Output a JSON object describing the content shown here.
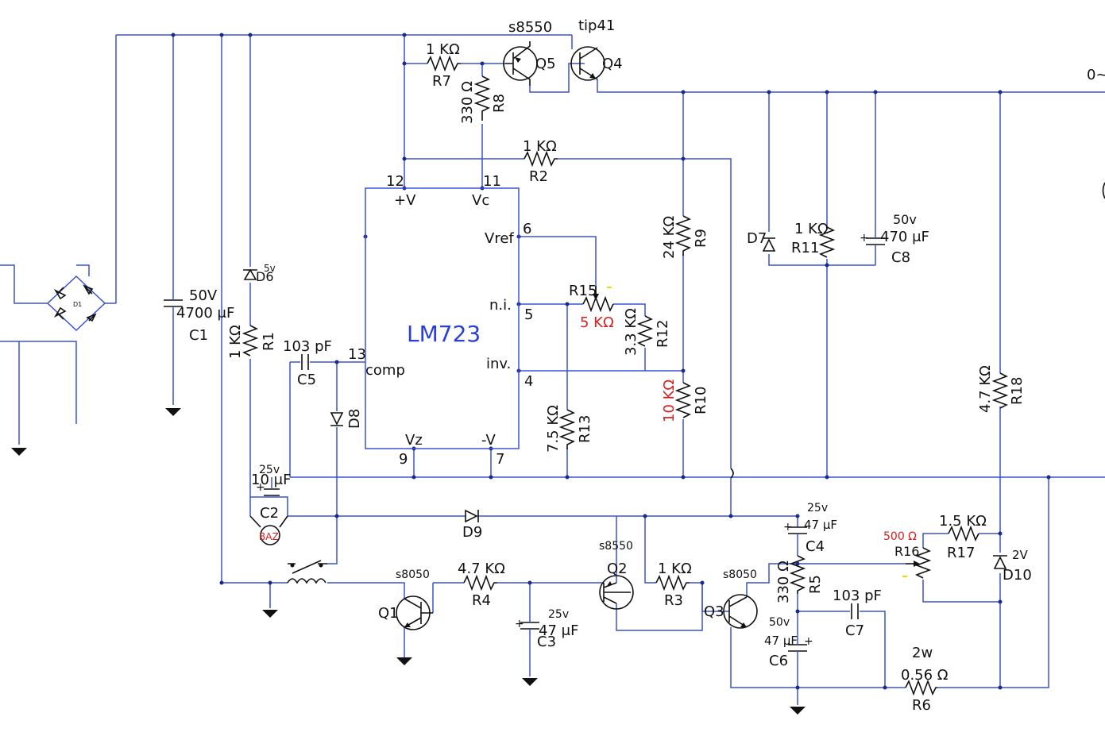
{
  "ic": {
    "name": "LM723",
    "pin12": "12",
    "pin11": "11",
    "pin6": "6",
    "pin5": "5",
    "pin4": "4",
    "pin13": "13",
    "pin9": "9",
    "pin7": "7",
    "plusv": "+V",
    "vc": "Vc",
    "vref": "Vref",
    "ni": "n.i.",
    "inv": "inv.",
    "comp": "comp",
    "vz": "Vz",
    "minusv": "-V"
  },
  "q5": {
    "type": "s8550",
    "ref": "Q5"
  },
  "q4": {
    "type": "tip41",
    "ref": "Q4"
  },
  "q1": {
    "type": "s8050",
    "ref": "Q1"
  },
  "q2": {
    "type": "s8550",
    "ref": "Q2"
  },
  "q3": {
    "type": "s8050",
    "ref": "Q3"
  },
  "r7": {
    "value": "1 KΩ",
    "ref": "R7"
  },
  "r8": {
    "value": "330 Ω",
    "ref": "R8"
  },
  "r2": {
    "value": "1 KΩ",
    "ref": "R2"
  },
  "r9": {
    "value": "24 KΩ",
    "ref": "R9"
  },
  "r11": {
    "value": "1 KΩ",
    "ref": "R11"
  },
  "r15": {
    "value": "5 KΩ",
    "ref": "R15"
  },
  "r12": {
    "value": "3.3 KΩ",
    "ref": "R12"
  },
  "r10": {
    "value": "10 KΩ",
    "ref": "R10"
  },
  "r13": {
    "value": "7.5 KΩ",
    "ref": "R13"
  },
  "r18": {
    "value": "4.7 KΩ",
    "ref": "R18"
  },
  "r1": {
    "value": "1 KΩ",
    "ref": "R1"
  },
  "r4": {
    "value": "4.7 KΩ",
    "ref": "R4"
  },
  "r3": {
    "value": "1 KΩ",
    "ref": "R3"
  },
  "r5": {
    "value": "330 Ω",
    "ref": "R5"
  },
  "r16": {
    "value": "500 Ω",
    "ref": "R16"
  },
  "r17": {
    "value": "1.5 KΩ",
    "ref": "R17"
  },
  "r6": {
    "value": "0.56 Ω",
    "rating": "2w",
    "ref": "R6"
  },
  "c1": {
    "voltage": "50V",
    "value": "4700 μF",
    "ref": "C1"
  },
  "c8": {
    "voltage": "50v",
    "value": "470 μF",
    "ref": "C8"
  },
  "c5": {
    "value": "103 pF",
    "ref": "C5"
  },
  "c2": {
    "voltage": "25v",
    "value": "10 μF",
    "ref": "C2"
  },
  "c4": {
    "voltage": "25v",
    "value": "47 μF",
    "ref": "C4"
  },
  "c3": {
    "voltage": "25v",
    "value": "47 μF",
    "ref": "C3"
  },
  "c7": {
    "value": "103 pF",
    "ref": "C7"
  },
  "c6": {
    "voltage": "50v",
    "value": "47 μF",
    "ref": "C6"
  },
  "d1": {
    "ref": "D1"
  },
  "d6": {
    "rating": "5v",
    "ref": "D6"
  },
  "d7": {
    "ref": "D7"
  },
  "d8": {
    "ref": "D8"
  },
  "d9": {
    "ref": "D9"
  },
  "d10": {
    "rating": "2V",
    "ref": "D10"
  },
  "buzzer": {
    "ref": "BAZ"
  },
  "output": {
    "label": "0~"
  },
  "colors": {
    "wire": "#3a52d4",
    "ic_label": "#2a3fd6",
    "highlight": "#d42020",
    "wiper_mark": "#e8e000"
  }
}
